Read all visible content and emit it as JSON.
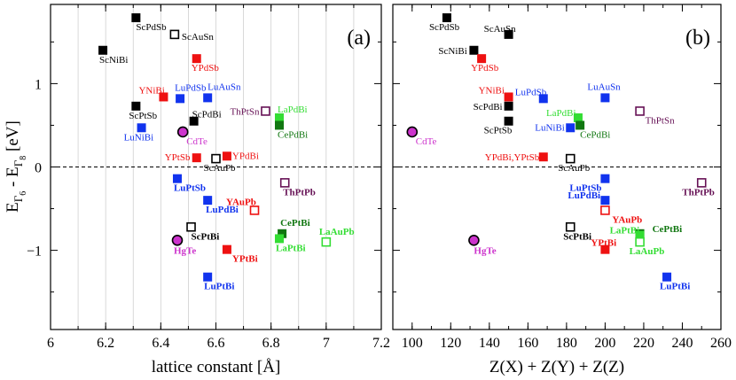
{
  "chart_data": [
    {
      "type": "scatter",
      "panel_label": "(a)",
      "xlabel": "lattice constant [Å]",
      "ylabel": "E_Γ6 - E_Γ8 [eV]",
      "xlim": [
        6.0,
        7.2
      ],
      "ylim": [
        -1.95,
        1.95
      ],
      "xticks": [
        6,
        6.2,
        6.4,
        6.6,
        6.8,
        7,
        7.2
      ],
      "yticks": [
        -1,
        0,
        1
      ],
      "grid": "vertical",
      "zero_line": "dashed",
      "points": [
        {
          "label": "ScPdSb",
          "x": 6.31,
          "y": 1.79,
          "color": "#000000",
          "marker": "square",
          "bold": false
        },
        {
          "label": "ScAuSn",
          "x": 6.45,
          "y": 1.59,
          "color": "#000000",
          "marker": "square-open",
          "bold": false
        },
        {
          "label": "ScNiBi",
          "x": 6.19,
          "y": 1.4,
          "color": "#000000",
          "marker": "square",
          "bold": false
        },
        {
          "label": "YPdSb",
          "x": 6.53,
          "y": 1.3,
          "color": "#ee1111",
          "marker": "square",
          "bold": false
        },
        {
          "label": "YNiBi",
          "x": 6.41,
          "y": 0.84,
          "color": "#ee1111",
          "marker": "square",
          "bold": false
        },
        {
          "label": "LuPdSb",
          "x": 6.47,
          "y": 0.82,
          "color": "#1133ee",
          "marker": "square",
          "bold": false
        },
        {
          "label": "LuAuSn",
          "x": 6.57,
          "y": 0.83,
          "color": "#1133ee",
          "marker": "square",
          "bold": false
        },
        {
          "label": "ScPtSb",
          "x": 6.31,
          "y": 0.73,
          "color": "#000000",
          "marker": "square",
          "bold": false
        },
        {
          "label": "ScPdBi",
          "x": 6.52,
          "y": 0.55,
          "color": "#000000",
          "marker": "square",
          "bold": false
        },
        {
          "label": "ThPtSn",
          "x": 6.78,
          "y": 0.67,
          "color": "#661155",
          "marker": "square-open",
          "bold": false
        },
        {
          "label": "LaPdBi",
          "x": 6.83,
          "y": 0.59,
          "color": "#33dd33",
          "marker": "square",
          "bold": false
        },
        {
          "label": "CePdBi",
          "x": 6.83,
          "y": 0.5,
          "color": "#117711",
          "marker": "square",
          "bold": false
        },
        {
          "label": "LuNiBi",
          "x": 6.33,
          "y": 0.47,
          "color": "#1133ee",
          "marker": "square",
          "bold": false
        },
        {
          "label": "CdTe",
          "x": 6.48,
          "y": 0.42,
          "color": "#cc33cc",
          "marker": "circle",
          "bold": false
        },
        {
          "label": "YPtSb",
          "x": 6.53,
          "y": 0.11,
          "color": "#ee1111",
          "marker": "square",
          "bold": false
        },
        {
          "label": "YPdBi",
          "x": 6.64,
          "y": 0.13,
          "color": "#ee1111",
          "marker": "square",
          "bold": false
        },
        {
          "label": "ScAuPb",
          "x": 6.6,
          "y": 0.1,
          "color": "#000000",
          "marker": "square-open",
          "bold": false
        },
        {
          "label": "LuPtSb",
          "x": 6.46,
          "y": -0.14,
          "color": "#1133ee",
          "marker": "square",
          "bold": true
        },
        {
          "label": "ThPtPb",
          "x": 6.85,
          "y": -0.19,
          "color": "#661155",
          "marker": "square-open",
          "bold": true
        },
        {
          "label": "LuPdBi",
          "x": 6.57,
          "y": -0.4,
          "color": "#1133ee",
          "marker": "square",
          "bold": true
        },
        {
          "label": "YAuPb",
          "x": 6.74,
          "y": -0.52,
          "color": "#ee1111",
          "marker": "square-open",
          "bold": true
        },
        {
          "label": "ScPtBi",
          "x": 6.51,
          "y": -0.72,
          "color": "#000000",
          "marker": "square-open",
          "bold": true
        },
        {
          "label": "CePtBi",
          "x": 6.84,
          "y": -0.8,
          "color": "#117711",
          "marker": "square",
          "bold": true
        },
        {
          "label": "LaPtBi",
          "x": 6.83,
          "y": -0.86,
          "color": "#33dd33",
          "marker": "square",
          "bold": true
        },
        {
          "label": "HgTe",
          "x": 6.46,
          "y": -0.88,
          "color": "#cc33cc",
          "marker": "circle",
          "bold": true
        },
        {
          "label": "LaAuPb",
          "x": 7.0,
          "y": -0.9,
          "color": "#33dd33",
          "marker": "square-open",
          "bold": true
        },
        {
          "label": "YPtBi",
          "x": 6.64,
          "y": -0.99,
          "color": "#ee1111",
          "marker": "square",
          "bold": true
        },
        {
          "label": "LuPtBi",
          "x": 6.57,
          "y": -1.32,
          "color": "#1133ee",
          "marker": "square",
          "bold": true
        }
      ]
    },
    {
      "type": "scatter",
      "panel_label": "(b)",
      "xlabel": "Z(X) + Z(Y) + Z(Z)",
      "ylabel": "",
      "xlim": [
        90,
        260
      ],
      "ylim": [
        -1.95,
        1.95
      ],
      "xticks": [
        100,
        120,
        140,
        160,
        180,
        200,
        220,
        240,
        260
      ],
      "grid": "none",
      "zero_line": "dashed",
      "points": [
        {
          "label": "ScPdSb",
          "x": 118,
          "y": 1.79,
          "color": "#000000",
          "marker": "square",
          "bold": false
        },
        {
          "label": "ScAuSn",
          "x": 150,
          "y": 1.59,
          "color": "#000000",
          "marker": "square",
          "bold": false
        },
        {
          "label": "ScNiBi",
          "x": 132,
          "y": 1.4,
          "color": "#000000",
          "marker": "square",
          "bold": false
        },
        {
          "label": "YPdSb",
          "x": 136,
          "y": 1.3,
          "color": "#ee1111",
          "marker": "square",
          "bold": false
        },
        {
          "label": "YNiBi",
          "x": 150,
          "y": 0.84,
          "color": "#ee1111",
          "marker": "square",
          "bold": false
        },
        {
          "label": "LuPdSb",
          "x": 168,
          "y": 0.82,
          "color": "#1133ee",
          "marker": "square",
          "bold": false
        },
        {
          "label": "LuAuSn",
          "x": 200,
          "y": 0.83,
          "color": "#1133ee",
          "marker": "square",
          "bold": false
        },
        {
          "label": "ScPdBi",
          "x": 150,
          "y": 0.73,
          "color": "#000000",
          "marker": "square",
          "bold": false
        },
        {
          "label": "ThPtSn",
          "x": 218,
          "y": 0.67,
          "color": "#661155",
          "marker": "square-open",
          "bold": false
        },
        {
          "label": "LaPdBi",
          "x": 186,
          "y": 0.59,
          "color": "#33dd33",
          "marker": "square",
          "bold": false
        },
        {
          "label": "ScPtSb",
          "x": 150,
          "y": 0.55,
          "color": "#000000",
          "marker": "square",
          "bold": false
        },
        {
          "label": "CePdBi",
          "x": 187,
          "y": 0.5,
          "color": "#117711",
          "marker": "square",
          "bold": false
        },
        {
          "label": "LuNiBi",
          "x": 182,
          "y": 0.47,
          "color": "#1133ee",
          "marker": "square",
          "bold": false
        },
        {
          "label": "CdTe",
          "x": 100,
          "y": 0.42,
          "color": "#cc33cc",
          "marker": "circle",
          "bold": false
        },
        {
          "label": "YPdBi,YPtSb",
          "x": 168,
          "y": 0.12,
          "color": "#ee1111",
          "marker": "square",
          "bold": false
        },
        {
          "label": "ScAuPb",
          "x": 182,
          "y": 0.1,
          "color": "#000000",
          "marker": "square-open",
          "bold": false
        },
        {
          "label": "LuPtSb",
          "x": 200,
          "y": -0.14,
          "color": "#1133ee",
          "marker": "square",
          "bold": true
        },
        {
          "label": "ThPtPb",
          "x": 250,
          "y": -0.19,
          "color": "#661155",
          "marker": "square-open",
          "bold": true
        },
        {
          "label": "LuPdBi",
          "x": 200,
          "y": -0.4,
          "color": "#1133ee",
          "marker": "square",
          "bold": true
        },
        {
          "label": "YAuPb",
          "x": 200,
          "y": -0.52,
          "color": "#ee1111",
          "marker": "square-open",
          "bold": true
        },
        {
          "label": "ScPtBi",
          "x": 182,
          "y": -0.72,
          "color": "#000000",
          "marker": "square-open",
          "bold": true
        },
        {
          "label": "CePtBi",
          "x": 218,
          "y": -0.8,
          "color": "#117711",
          "marker": "square",
          "bold": true
        },
        {
          "label": "LaPtBi",
          "x": 218,
          "y": -0.82,
          "color": "#33dd33",
          "marker": "square",
          "bold": true
        },
        {
          "label": "HgTe",
          "x": 132,
          "y": -0.88,
          "color": "#cc33cc",
          "marker": "circle",
          "bold": true
        },
        {
          "label": "LaAuPb",
          "x": 218,
          "y": -0.9,
          "color": "#33dd33",
          "marker": "square-open",
          "bold": true
        },
        {
          "label": "YPtBi",
          "x": 200,
          "y": -0.99,
          "color": "#ee1111",
          "marker": "square",
          "bold": true
        },
        {
          "label": "LuPtBi",
          "x": 232,
          "y": -1.32,
          "color": "#1133ee",
          "marker": "square",
          "bold": true
        }
      ]
    }
  ]
}
